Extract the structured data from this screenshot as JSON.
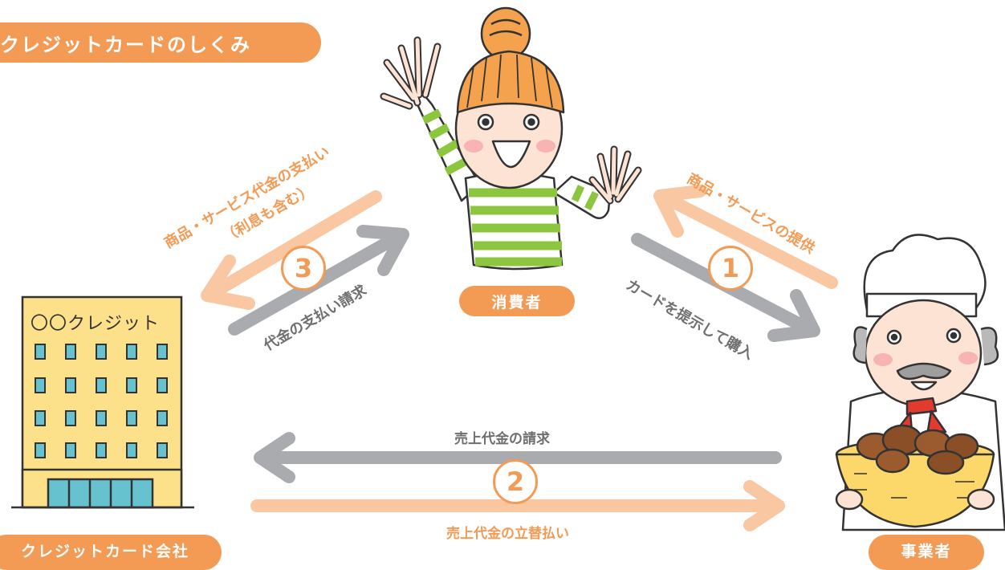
{
  "title": "クレジットカードのしくみ",
  "actors": {
    "consumer": "消費者",
    "company": "クレジットカード会社",
    "merchant": "事業者",
    "building_sign": "〇〇クレジット"
  },
  "steps": {
    "step1": {
      "number": "1",
      "upper_label": "商品・サービスの提供",
      "lower_label": "カードを提示して購入"
    },
    "step2": {
      "number": "2",
      "upper_label": "売上代金の請求",
      "lower_label": "売上代金の立替払い"
    },
    "step3": {
      "number": "3",
      "upper_label_line1": "商品・サービス代金の支払い",
      "upper_label_line2": "（利息も含む）",
      "lower_label": "代金の支払い請求"
    }
  },
  "colors": {
    "accent_orange": "#f39a55",
    "arrow_orange": "#f9c7a1",
    "arrow_grey": "#a9abae",
    "text_grey": "#6f6f6f"
  }
}
